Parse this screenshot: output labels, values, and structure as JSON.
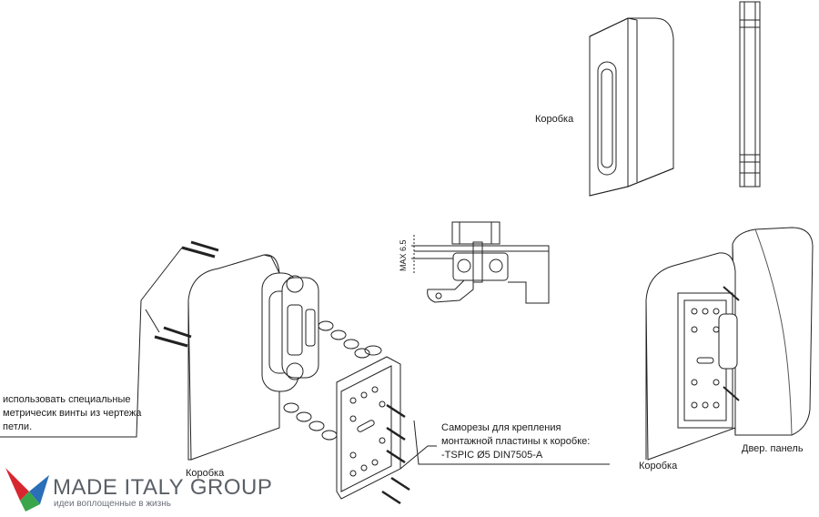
{
  "labels": {
    "box_top": "Коробка",
    "box_left": "Коробка",
    "box_right": "Коробка",
    "door_panel": "Двер. панель",
    "dim_max": "MAX 6.5"
  },
  "notes": {
    "screws_left": [
      "использовать специальные",
      "метричесик винты из чертежа",
      "петли."
    ],
    "screws_right": [
      "Саморезы для крепления",
      "монтажной пластины к коробке:",
      "-TSPIC Ø5 DIN7505-A"
    ]
  },
  "logo": {
    "title": "MADE ITALY GROUP",
    "subtitle": "идеи воплощенные в жизнь",
    "colors": {
      "red": "#d7262f",
      "blue": "#2a6fb7",
      "green": "#3aa64a"
    }
  }
}
